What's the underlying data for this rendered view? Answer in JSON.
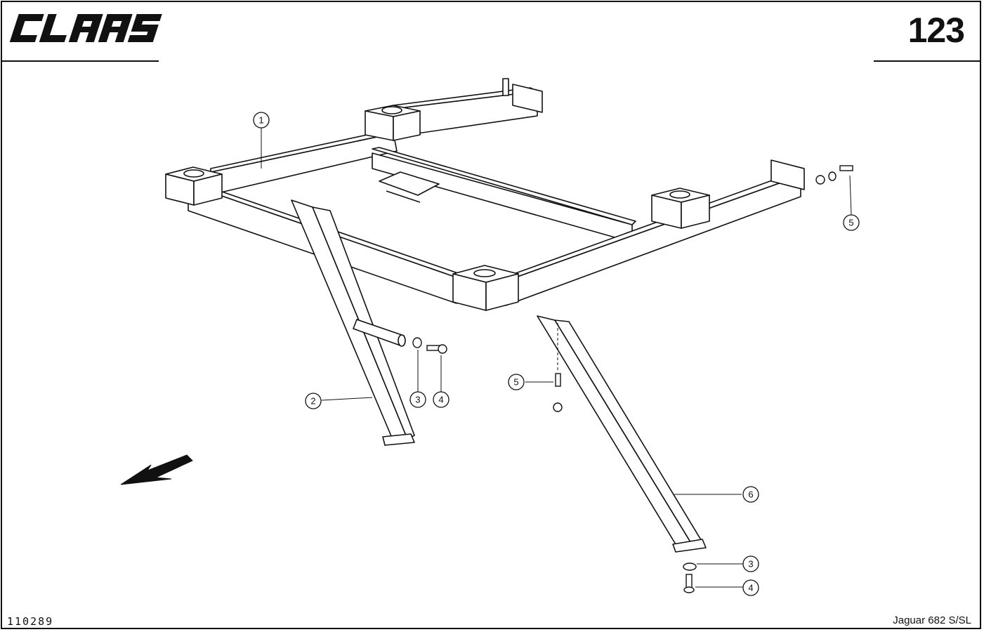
{
  "header": {
    "brand": "CLAAS",
    "page_number": "123"
  },
  "footer": {
    "drawing_number": "110289",
    "model": "Jaguar 682 S/SL"
  },
  "callouts": [
    {
      "id": "c1",
      "label": "1"
    },
    {
      "id": "c2",
      "label": "2"
    },
    {
      "id": "c3a",
      "label": "3"
    },
    {
      "id": "c4a",
      "label": "4"
    },
    {
      "id": "c5a",
      "label": "5"
    },
    {
      "id": "c5b",
      "label": "5"
    },
    {
      "id": "c6",
      "label": "6"
    },
    {
      "id": "c3b",
      "label": "3"
    },
    {
      "id": "c4b",
      "label": "4"
    }
  ],
  "icons": {
    "logo": "claas-logo",
    "direction": "direction-arrow-icon"
  }
}
